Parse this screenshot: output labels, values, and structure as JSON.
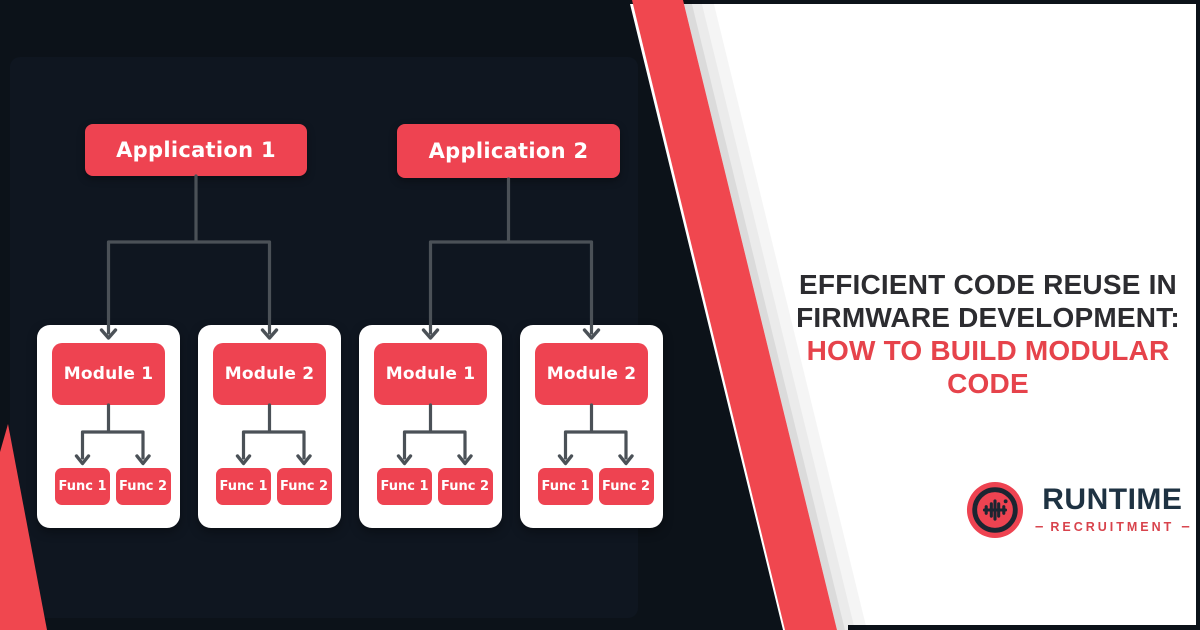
{
  "diagram": {
    "applications": [
      {
        "label": "Application 1"
      },
      {
        "label": "Application 2"
      }
    ],
    "cards": [
      {
        "module": "Module 1",
        "functions": [
          "Func 1",
          "Func 2"
        ]
      },
      {
        "module": "Module 2",
        "functions": [
          "Func 1",
          "Func 2"
        ]
      },
      {
        "module": "Module 1",
        "functions": [
          "Func 1",
          "Func 2"
        ]
      },
      {
        "module": "Module 2",
        "functions": [
          "Func 1",
          "Func 2"
        ]
      }
    ]
  },
  "title": {
    "dark_lines": [
      "EFFICIENT CODE REUSE IN",
      "FIRMWARE DEVELOPMENT:"
    ],
    "red_lines": [
      "HOW TO BUILD MODULAR",
      "CODE"
    ]
  },
  "brand": {
    "name": "RUNTIME",
    "tagline": "RECRUITMENT",
    "dash": "–",
    "icon": "runtime-waveform-dumbbell-icon"
  },
  "colors": {
    "background": "#0c1219",
    "panel": "#0f1620",
    "red": "#ee4351",
    "stripe_red": "#f0474f",
    "white": "#ffffff",
    "connector": "#4b5157",
    "title_dark": "#2c2c30",
    "title_red": "#e6434b",
    "brand_navy": "#1e3242",
    "brand_red": "#d8434c"
  }
}
